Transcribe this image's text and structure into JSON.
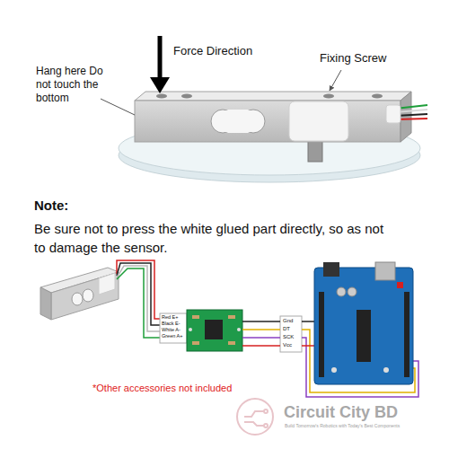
{
  "diagram": {
    "labels": [
      "Force Direction",
      "Fixing Screw",
      "Hang here Do not touch the bottom",
      "Note:",
      "Be sure not to press the white glued part directly, so as not to damage the sensor.",
      "Red E+",
      "Black E-",
      "White A-",
      "Green A+",
      "Gnd",
      "DT",
      "SCK",
      "Vcc",
      "*Other accessories not included",
      "Circuit City BD",
      "Build Tomorrow's Robotics with Today's Best Components"
    ]
  }
}
